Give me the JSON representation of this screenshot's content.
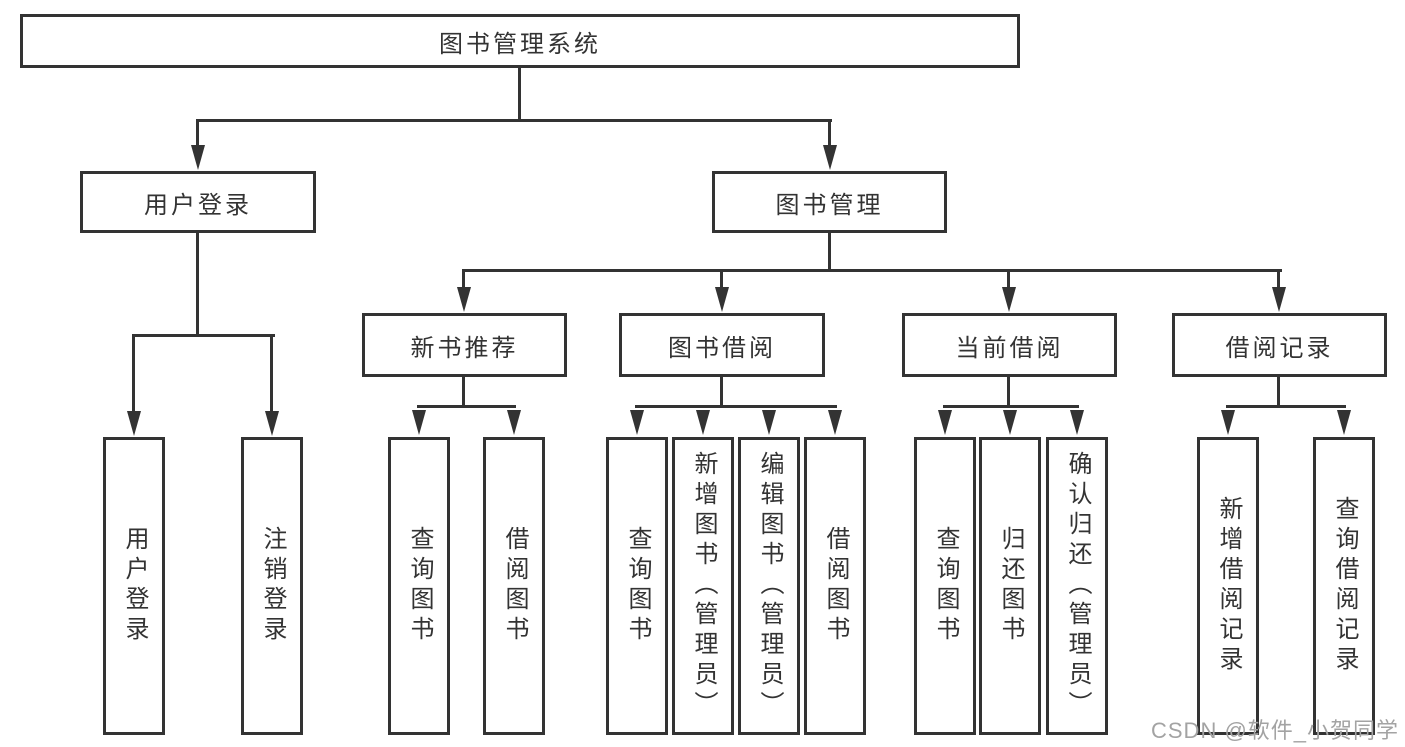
{
  "tree": {
    "root": {
      "label": "图书管理系统"
    },
    "level2": [
      {
        "label": "用户登录",
        "parent": "图书管理系统"
      },
      {
        "label": "图书管理",
        "parent": "图书管理系统"
      }
    ],
    "level3": [
      {
        "label": "新书推荐",
        "parent": "图书管理"
      },
      {
        "label": "图书借阅",
        "parent": "图书管理"
      },
      {
        "label": "当前借阅",
        "parent": "图书管理"
      },
      {
        "label": "借阅记录",
        "parent": "图书管理"
      }
    ],
    "leaves": [
      {
        "label": "用户登录",
        "parent": "用户登录"
      },
      {
        "label": "注销登录",
        "parent": "用户登录"
      },
      {
        "label": "查询图书",
        "parent": "新书推荐"
      },
      {
        "label": "借阅图书",
        "parent": "新书推荐"
      },
      {
        "label": "查询图书",
        "parent": "图书借阅"
      },
      {
        "label": "新增图书（管理员）",
        "parent": "图书借阅"
      },
      {
        "label": "编辑图书（管理员）",
        "parent": "图书借阅"
      },
      {
        "label": "借阅图书",
        "parent": "图书借阅"
      },
      {
        "label": "查询图书",
        "parent": "当前借阅"
      },
      {
        "label": "归还图书",
        "parent": "当前借阅"
      },
      {
        "label": "确认归还（管理员）",
        "parent": "当前借阅"
      },
      {
        "label": "新增借阅记录",
        "parent": "借阅记录"
      },
      {
        "label": "查询借阅记录",
        "parent": "借阅记录"
      }
    ]
  },
  "watermark": {
    "text": "CSDN @软件_小贺同学"
  },
  "colors": {
    "line": "#333333",
    "text": "#333333",
    "watermark": "#a3a3a3",
    "background": "#ffffff"
  }
}
